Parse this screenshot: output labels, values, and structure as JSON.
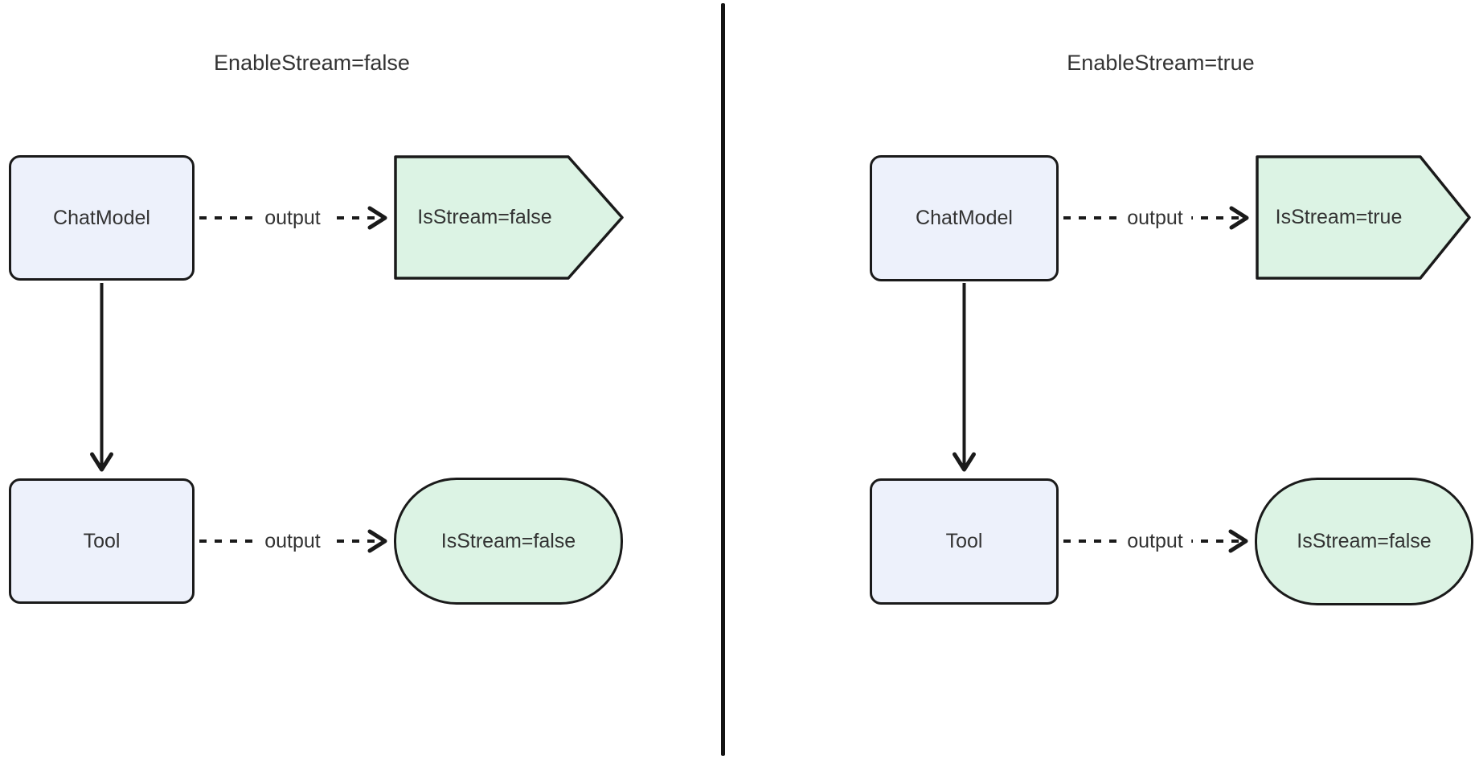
{
  "diagram": {
    "colors": {
      "background": "#ffffff",
      "stroke": "#1a1a1a",
      "text": "#333333",
      "model_node_fill": "#edf1fb",
      "output_node_fill": "#dcf3e4",
      "divider": "#141414"
    },
    "panels": [
      {
        "title": "EnableStream=false",
        "nodes": [
          {
            "id": "chatmodel",
            "label": "ChatModel",
            "shape": "rect"
          },
          {
            "id": "stream-output",
            "label": "IsStream=false",
            "shape": "pentagon"
          },
          {
            "id": "tool",
            "label": "Tool",
            "shape": "rect"
          },
          {
            "id": "tool-output",
            "label": "IsStream=false",
            "shape": "stadium"
          }
        ],
        "edges": [
          {
            "from": "chatmodel",
            "to": "stream-output",
            "label": "output",
            "style": "dashed"
          },
          {
            "from": "chatmodel",
            "to": "tool",
            "label": "",
            "style": "solid"
          },
          {
            "from": "tool",
            "to": "tool-output",
            "label": "output",
            "style": "dashed"
          }
        ]
      },
      {
        "title": "EnableStream=true",
        "nodes": [
          {
            "id": "chatmodel",
            "label": "ChatModel",
            "shape": "rect"
          },
          {
            "id": "stream-output",
            "label": "IsStream=true",
            "shape": "pentagon"
          },
          {
            "id": "tool",
            "label": "Tool",
            "shape": "rect"
          },
          {
            "id": "tool-output",
            "label": "IsStream=false",
            "shape": "stadium"
          }
        ],
        "edges": [
          {
            "from": "chatmodel",
            "to": "stream-output",
            "label": "output",
            "style": "dashed"
          },
          {
            "from": "chatmodel",
            "to": "tool",
            "label": "",
            "style": "solid"
          },
          {
            "from": "tool",
            "to": "tool-output",
            "label": "output",
            "style": "dashed"
          }
        ]
      }
    ]
  }
}
